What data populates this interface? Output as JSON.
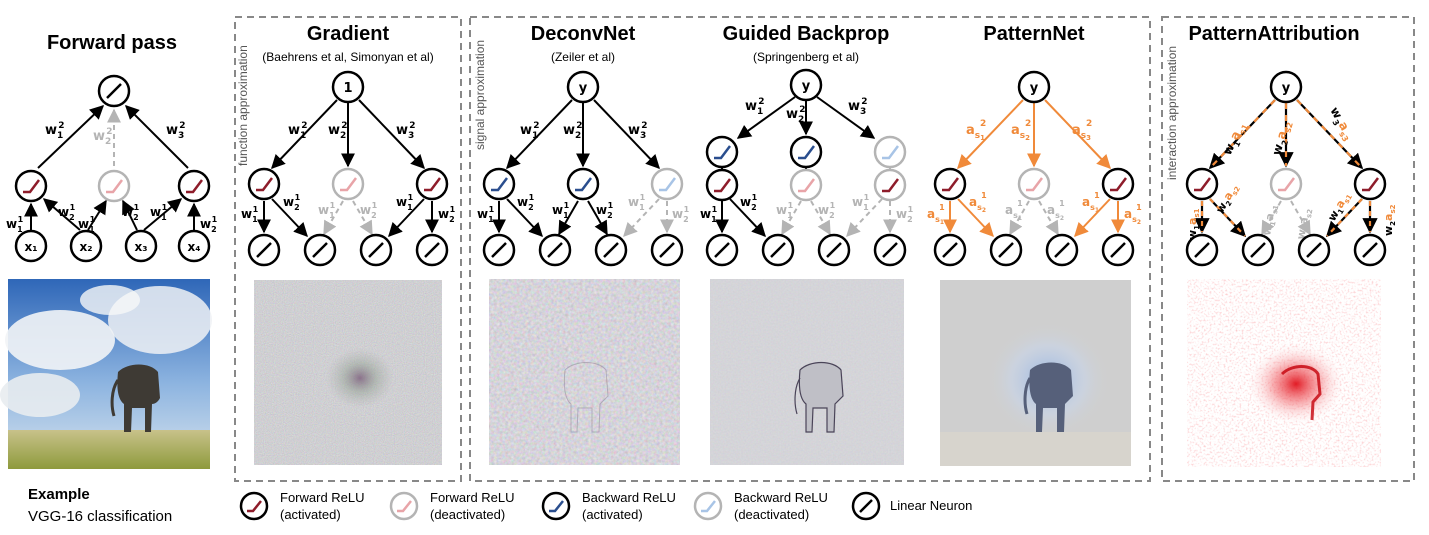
{
  "panels": [
    {
      "id": "forward",
      "title": "Forward pass",
      "subtitle": ""
    },
    {
      "id": "gradient",
      "title": "Gradient",
      "subtitle": "(Baehrens et al, Simonyan et al)"
    },
    {
      "id": "deconvnet",
      "title": "DeconvNet",
      "subtitle": "(Zeiler et al)"
    },
    {
      "id": "guided",
      "title": "Guided Backprop",
      "subtitle": "(Springenberg et al)"
    },
    {
      "id": "patternnet",
      "title": "PatternNet",
      "subtitle": ""
    },
    {
      "id": "patternattribution",
      "title": "PatternAttribution",
      "subtitle": ""
    }
  ],
  "group_labels": {
    "function": "function approximation",
    "signal": "signal approximation",
    "interaction": "interaction approximation"
  },
  "node_labels": {
    "output_gradient": "1",
    "output_y": "y",
    "inputs": [
      "x₁",
      "x₂",
      "x₃",
      "x₄"
    ]
  },
  "example": {
    "title": "Example",
    "subtitle": "VGG-16 classification"
  },
  "legend": [
    {
      "key": "fwd-act",
      "line1": "Forward ReLU",
      "line2": "(activated)"
    },
    {
      "key": "fwd-deact",
      "line1": "Forward ReLU",
      "line2": "(deactivated)"
    },
    {
      "key": "bwd-act",
      "line1": "Backward ReLU",
      "line2": "(activated)"
    },
    {
      "key": "bwd-deact",
      "line1": "Backward ReLU",
      "line2": "(deactivated)"
    },
    {
      "key": "linear",
      "line1": "Linear Neuron",
      "line2": ""
    }
  ],
  "colors": {
    "fwd_relu_active": "#8e1c2a",
    "fwd_relu_inactive": "#e8a4a8",
    "bwd_relu_active": "#2a4e8e",
    "bwd_relu_inactive": "#a8c4e6",
    "pattern_arrow": "#f08a3a",
    "inactive_gray": "#b4b4b4",
    "heatmap_red": "#e0101a",
    "panel_border": "#888888"
  }
}
